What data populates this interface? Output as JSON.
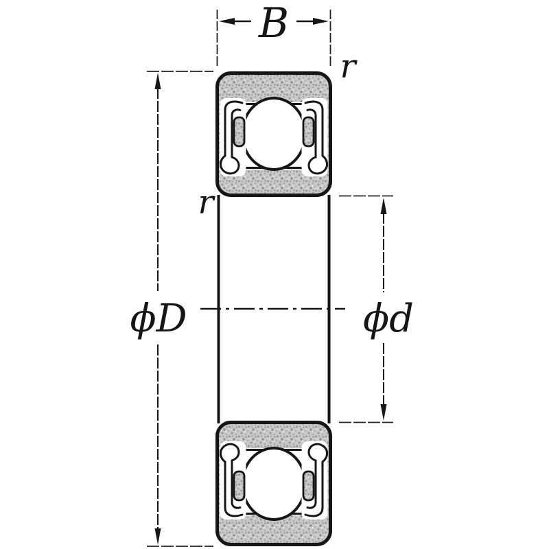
{
  "figure": {
    "kind": "sealed deep-groove ball bearing cross-section drawing",
    "labels": {
      "width": "B",
      "outer_diameter": "ϕD",
      "bore_diameter": "ϕd",
      "corner_radius_top_right": "r",
      "corner_radius_inner_left": "r"
    },
    "colors": {
      "line": "#161616",
      "hatch_fill": "#c9c9c9",
      "background": "#ffffff"
    }
  }
}
